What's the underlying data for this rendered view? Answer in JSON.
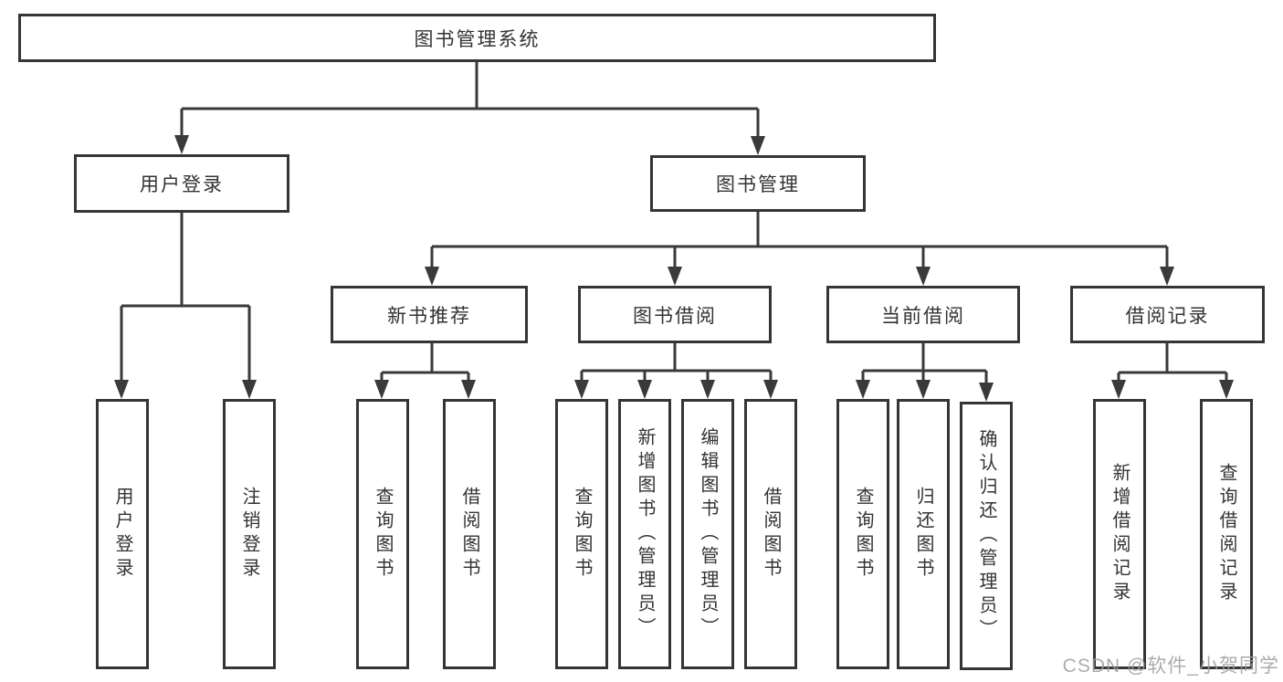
{
  "diagram": {
    "root": {
      "label": "图书管理系统"
    },
    "branches": [
      {
        "label": "用户登录",
        "children": [
          {
            "label": "用户登录"
          },
          {
            "label": "注销登录"
          }
        ]
      },
      {
        "label": "图书管理",
        "children": [
          {
            "label": "新书推荐",
            "children": [
              {
                "label": "查询图书"
              },
              {
                "label": "借阅图书"
              }
            ]
          },
          {
            "label": "图书借阅",
            "children": [
              {
                "label": "查询图书"
              },
              {
                "label": "新增图书（管理员）"
              },
              {
                "label": "编辑图书（管理员）"
              },
              {
                "label": "借阅图书"
              }
            ]
          },
          {
            "label": "当前借阅",
            "children": [
              {
                "label": "查询图书"
              },
              {
                "label": "归还图书"
              },
              {
                "label": "确认归还（管理员）"
              }
            ]
          },
          {
            "label": "借阅记录",
            "children": [
              {
                "label": "新增借阅记录"
              },
              {
                "label": "查询借阅记录"
              }
            ]
          }
        ]
      }
    ],
    "watermark": "CSDN @软件_小贺同学",
    "colors": {
      "line": "#3a3a3a",
      "box_border": "#353535",
      "text": "#333333",
      "watermark": "#9e9e9e",
      "background": "#ffffff"
    }
  }
}
